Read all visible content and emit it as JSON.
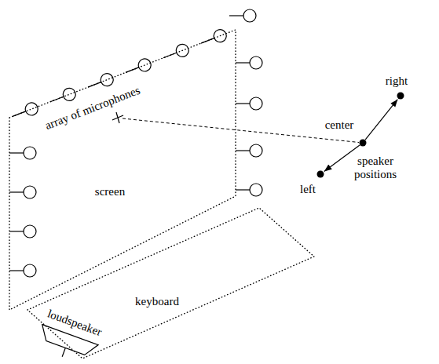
{
  "diagram": {
    "nodes": [
      {
        "text": [
          "screen"
        ]
      },
      {
        "text": [
          "keyboard"
        ]
      }
    ],
    "labels": [
      "array of microphones",
      "right",
      "center",
      "left",
      "speaker positions",
      "loudspeaker"
    ]
  }
}
